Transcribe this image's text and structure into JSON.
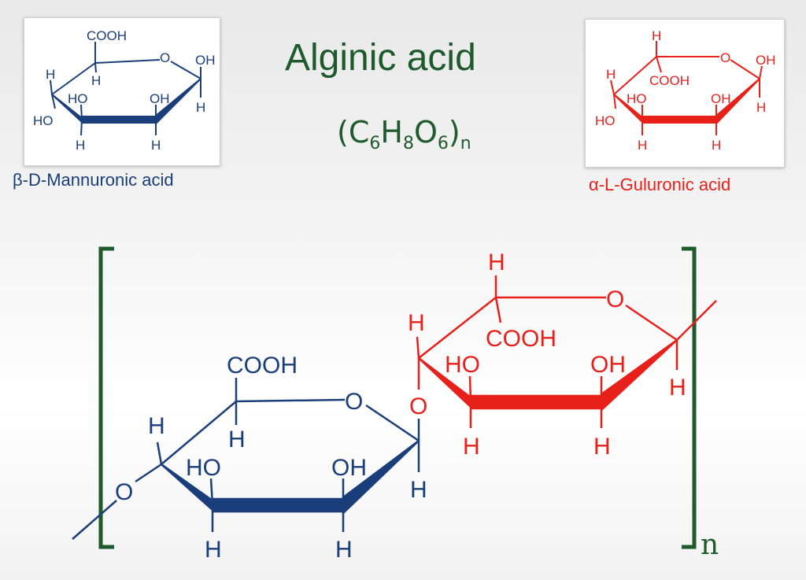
{
  "title": "Alginic acid",
  "formula": {
    "c": "C",
    "c_sub": "6",
    "h": "H",
    "h_sub": "8",
    "o": "O",
    "o_sub": "6",
    "n": "n",
    "open": "(",
    "close": ")"
  },
  "mannuronic": {
    "caption": "β-D-Mannuronic acid",
    "color": "#1a3e7a",
    "labels": {
      "cooh": "COOH",
      "ring_o": "O",
      "oh_right": "OH",
      "h_c5": "H",
      "h_c4": "H",
      "ho_c4": "HO",
      "ho_c3": "HO",
      "oh_c2": "OH",
      "h_c1": "H",
      "h_c3": "H",
      "h_c2": "H"
    }
  },
  "guluronic": {
    "caption": "α-L-Guluronic acid",
    "color": "#e8201a",
    "labels": {
      "h_c5": "H",
      "ring_o": "O",
      "oh_right": "OH",
      "h_c4": "H",
      "cooh": "COOH",
      "ho_c4": "HO",
      "ho_c3": "HO",
      "oh_c2": "OH",
      "h_c1": "H",
      "h_c3": "H",
      "h_c2": "H"
    }
  },
  "polymer": {
    "bracket_color": "#1f5a2c",
    "subscript": "n",
    "blue_labels": {
      "cooh": "COOH",
      "ring_o": "O",
      "h_c4": "H",
      "h_c5": "H",
      "o_link": "O",
      "ho_c3": "HO",
      "oh_c2": "OH",
      "h_c1": "H",
      "h_c3": "H",
      "h_c2": "H"
    },
    "red_labels": {
      "h_c5": "H",
      "ring_o": "O",
      "h_c4": "H",
      "cooh": "COOH",
      "ho_c3": "HO",
      "oh_c2": "OH",
      "o_glyco": "O",
      "h_c1": "H",
      "h_c3": "H",
      "h_c2": "H"
    }
  }
}
